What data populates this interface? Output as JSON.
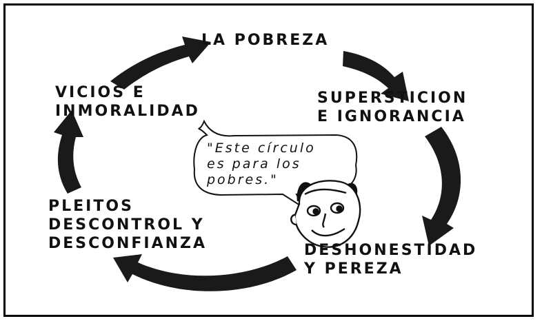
{
  "nodes": [
    {
      "id": "pobreza",
      "text": "LA POBREZA"
    },
    {
      "id": "supersticion",
      "text": "SUPERSTICION\nE IGNORANCIA"
    },
    {
      "id": "deshonestidad",
      "text": "DESHONESTIDAD\nY PEREZA"
    },
    {
      "id": "pleitos",
      "text": "PLEITOS\nDESCONTROL Y\nDESCONFIANZA"
    },
    {
      "id": "vicios",
      "text": "VICIOS E\nINMORALIDAD"
    }
  ],
  "speech_bubble": {
    "text": "\"Este círculo\nes para los\npobres.\""
  },
  "colors": {
    "ink": "#111111",
    "background": "#ffffff",
    "arrow": "#1a1a1a"
  },
  "icons": [
    "cycle-arrow",
    "devil-face-icon",
    "speech-bubble"
  ]
}
